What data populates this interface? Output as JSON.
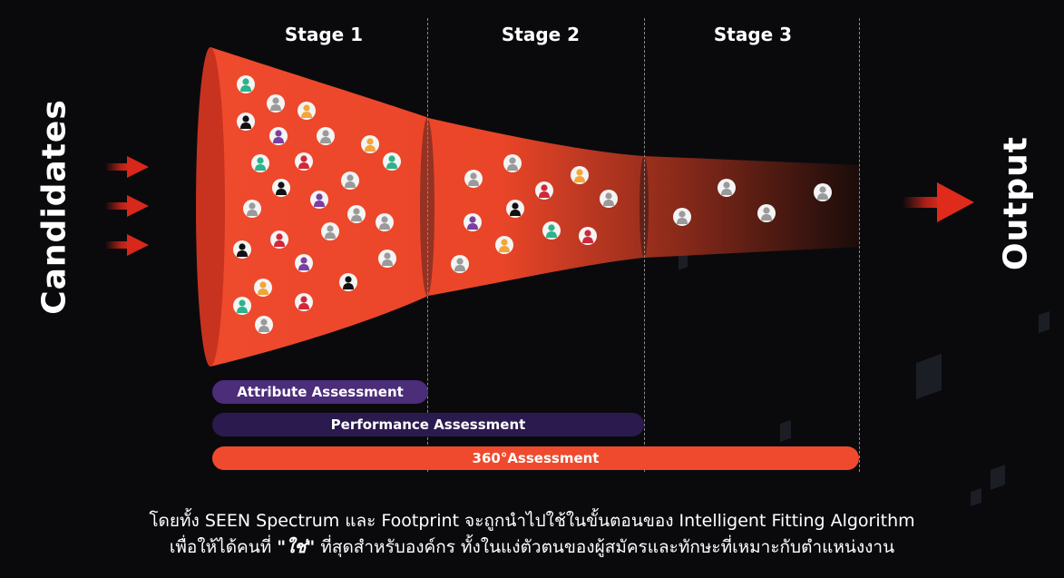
{
  "stages": [
    "Stage 1",
    "Stage 2",
    "Stage 3"
  ],
  "side_labels": {
    "input": "Candidates",
    "output": "Output"
  },
  "assessments": {
    "attribute": "Attribute Assessment",
    "performance": "Performance Assessment",
    "degree360": "360°Assessment"
  },
  "caption": {
    "line1": "โดยทั้ง SEEN Spectrum และ Footprint จะถูกนำไปใช้ในขั้นตอนของ Intelligent Fitting Algorithm",
    "line2_pre": "เพื่อให้ได้คนที่ ",
    "line2_emph": "\"ใช่\"",
    "line2_post": " ที่สุดสำหรับองค์กร ทั้งในแง่ตัวตนของผู้สมัครและทักษะที่เหมาะกับตำแหน่งงาน"
  },
  "colors": {
    "funnel": "#ef4a2d",
    "arrow": "#d8271b",
    "purple": "#7b3fa0",
    "green": "#2bb38a",
    "orange": "#f3a53a",
    "red": "#d0283a",
    "black": "#111111",
    "gray": "#9a9a9a"
  }
}
